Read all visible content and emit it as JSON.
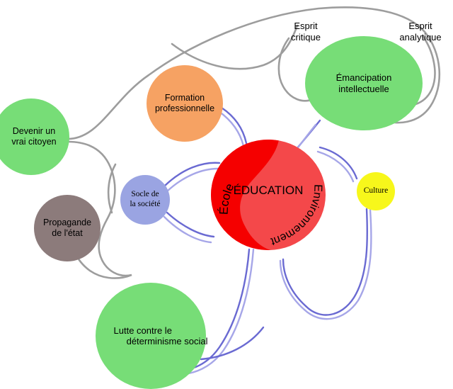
{
  "diagram": {
    "title": "ÉDUCATION",
    "center": {
      "name": "education-center",
      "main_label": "ÉDUCATION",
      "arc_label_top": "École",
      "arc_label_bottom": "Environnement",
      "color_dark": "#f50000",
      "color_light": "#f4484a"
    },
    "nodes": [
      {
        "id": "devenir",
        "label": "Devenir un\nvrai citoyen",
        "color": "#77dd77",
        "shape": "circle",
        "font": "sans"
      },
      {
        "id": "propagande",
        "label": "Propagande\nde l'état",
        "color": "#8c7b7b",
        "shape": "circle",
        "font": "sans"
      },
      {
        "id": "formation",
        "label": "Formation\nprofessionnelle",
        "color": "#f6a263",
        "shape": "circle",
        "font": "sans"
      },
      {
        "id": "socle",
        "label": "Socle de\nla société",
        "color": "#9aa4e2",
        "shape": "circle",
        "font": "serif"
      },
      {
        "id": "emancipation",
        "label": "Émancipation\nintellectuelle",
        "color": "#77dd77",
        "shape": "ellipse",
        "font": "sans"
      },
      {
        "id": "culture",
        "label": "Culture",
        "color": "#f7f71b",
        "shape": "circle",
        "font": "serif"
      },
      {
        "id": "lutte",
        "label": "Lutte contre le\n     déterminisme social",
        "color": "#77dd77",
        "shape": "circle",
        "font": "sans"
      }
    ],
    "free_labels": [
      {
        "id": "esprit-critique",
        "text": "Esprit\ncritique"
      },
      {
        "id": "esprit-analytique",
        "text": "Esprit\nanalytique"
      }
    ],
    "edges": {
      "grey_color": "#9d9d9d",
      "blue_color": "#6a6ad2",
      "blue_color_light": "#a6a6e8"
    }
  }
}
